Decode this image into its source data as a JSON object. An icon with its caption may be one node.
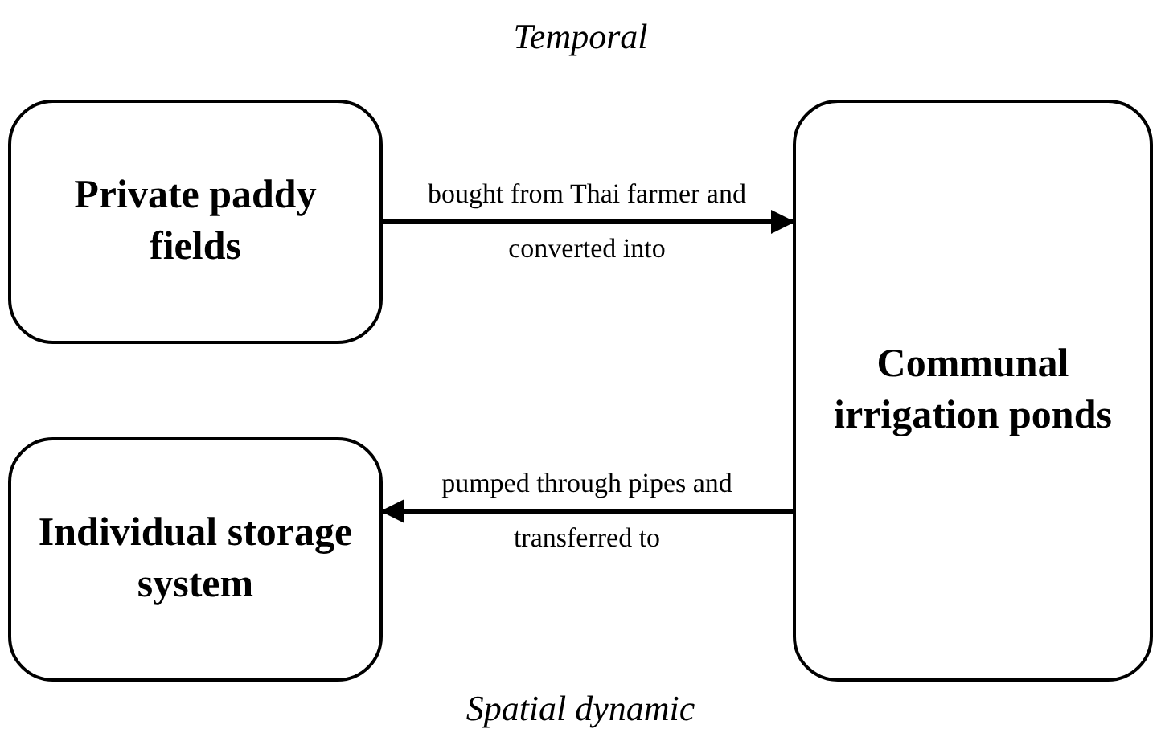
{
  "diagram": {
    "title": "Temporal",
    "caption": "Spatial dynamic",
    "nodes": [
      {
        "text": [
          "Private paddy fields"
        ]
      },
      {
        "text": [
          "Communal irrigation ponds"
        ]
      },
      {
        "text": [
          "Individual storage system"
        ]
      }
    ],
    "edges": [
      {
        "from": 0,
        "to": 1,
        "arrow": "to",
        "label": "bought from Thai farmer and converted into"
      },
      {
        "from": 1,
        "to": 2,
        "arrow": "to",
        "label": "pumped through pipes and transferred to"
      }
    ]
  }
}
